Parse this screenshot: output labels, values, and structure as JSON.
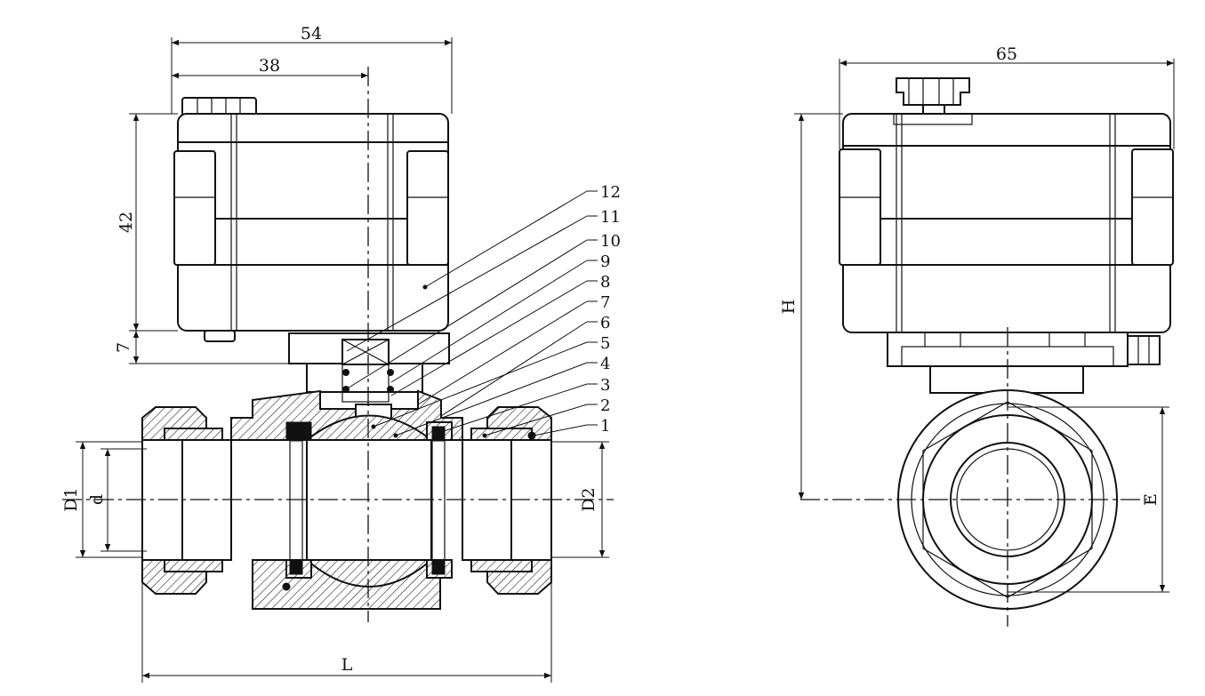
{
  "drawing": {
    "front_view": {
      "dimensions": {
        "top_width": "54",
        "to_center": "38",
        "actuator_height": "42",
        "bracket_height": "7",
        "length": "L",
        "outer_diameter": "D1",
        "bore": "d",
        "thread_diameter": "D2"
      },
      "part_numbers": [
        "12",
        "11",
        "10",
        "9",
        "8",
        "7",
        "6",
        "5",
        "4",
        "3",
        "2",
        "1"
      ]
    },
    "side_view": {
      "dimensions": {
        "width": "65",
        "height": "H",
        "nut_size": "E"
      }
    }
  }
}
